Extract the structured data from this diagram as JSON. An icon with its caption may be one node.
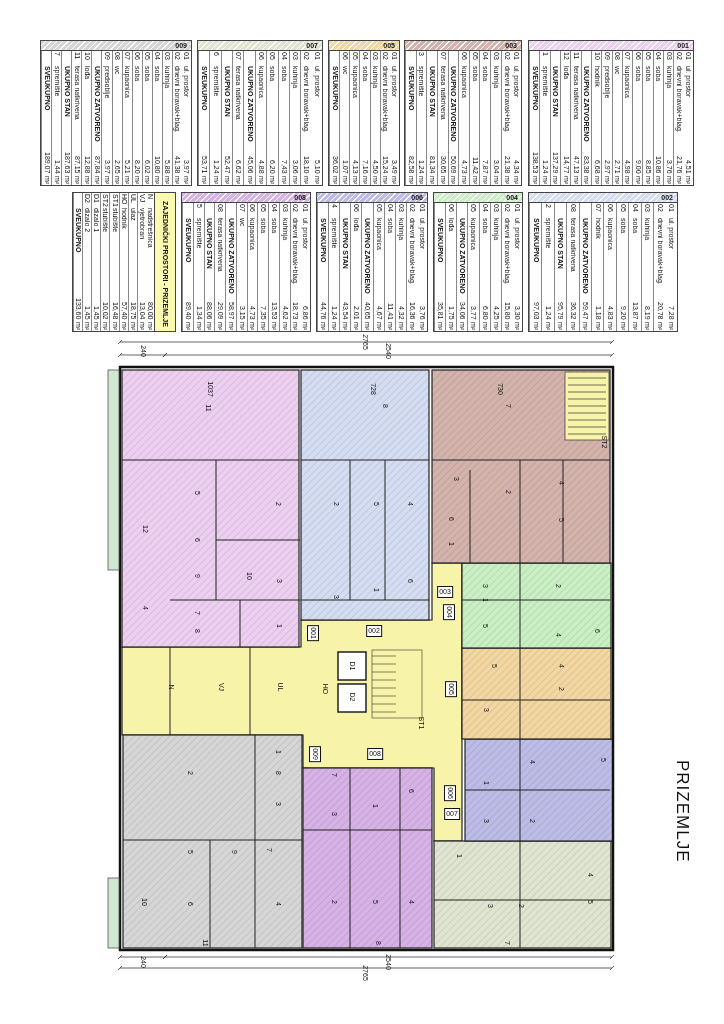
{
  "diagram": {
    "title": "PRIZEMLJE",
    "nodes": [
      {
        "text": [
          "001"
        ]
      },
      {
        "text": [
          "002"
        ]
      },
      {
        "text": [
          "003"
        ]
      },
      {
        "text": [
          "004"
        ]
      },
      {
        "text": [
          "005"
        ]
      },
      {
        "text": [
          "006"
        ]
      },
      {
        "text": [
          "007"
        ]
      },
      {
        "text": [
          "008"
        ]
      },
      {
        "text": [
          "009"
        ]
      }
    ],
    "labels": [
      "01",
      "ul. prostor",
      "3,97",
      "m²",
      "02",
      "dnevni boravak+blag.",
      "41,38",
      "m²",
      "03",
      "kuhinja",
      "5,88",
      "m²",
      "04",
      "soba",
      "10,80",
      "m²",
      "05",
      "soba",
      "6,02",
      "m²",
      "06",
      "soba",
      "8,20",
      "m²",
      "07",
      "kupaonica",
      "5,21",
      "m²",
      "08",
      "wc",
      "2,65",
      "m²",
      "09",
      "predsoblje",
      "3,97",
      "m²",
      "UKUPNO ZATVORENO",
      "87,84",
      "m²",
      "10",
      "lođa",
      "12,88",
      "m²",
      "11",
      "terasa natkrivena",
      "87,15",
      "m²",
      "UKUPNO STAN",
      "187,63",
      "m²",
      "7",
      "spremište",
      "1,44",
      "m²",
      "SVEUKUPNO",
      "189,07",
      "m²",
      "01",
      "ul. prostor",
      "5,10",
      "m²",
      "02",
      "dnevni boravak+blag.",
      "18,10",
      "m²",
      "03",
      "kuhinja",
      "3,06",
      "m²",
      "04",
      "soba",
      "7,43",
      "m²",
      "05",
      "soba",
      "6,20",
      "m²",
      "06",
      "kupaonica",
      "4,88",
      "m²",
      "UKUPNO ZATVORENO",
      "45,06",
      "m²",
      "07",
      "terasa natkrivena",
      "6,62",
      "m²",
      "UKUPNO STAN",
      "52,47",
      "m²",
      "6",
      "spremište",
      "1,24",
      "m²",
      "SVEUKUPNO",
      "53,71",
      "m²",
      "01",
      "ul. prostor",
      "3,49",
      "m²",
      "02",
      "dnevni boravak+blag.",
      "15,24",
      "m²",
      "03",
      "kuhinja",
      "4,50",
      "m²",
      "04",
      "soba",
      "7,16",
      "m²",
      "05",
      "kupaonica",
      "4,13",
      "m²",
      "06",
      "wc",
      "1,07",
      "m²",
      "SVEUKUPNO",
      "36,02",
      "m²",
      "01",
      "ul. prostor",
      "4,34",
      "m²",
      "02",
      "dnevni boravak+blag.",
      "21,38",
      "m²",
      "03",
      "kuhinja",
      "3,04",
      "m²",
      "04",
      "soba",
      "7,87",
      "m²",
      "05",
      "soba",
      "11,42",
      "m²",
      "06",
      "kupaonica",
      "4,73",
      "m²",
      "UKUPNO ZATVORENO",
      "50,69",
      "m²",
      "07",
      "terasa natkrivena",
      "30,65",
      "m²",
      "UKUPNO STAN",
      "81,34",
      "m²",
      "3",
      "spremište",
      "1,24",
      "m²",
      "SVEUKUPNO",
      "82,58",
      "m²",
      "01",
      "ul. prostor",
      "4,51",
      "m²",
      "02",
      "dnevni boravak+blag.",
      "21,76",
      "m²",
      "03",
      "kuhinja",
      "3,76",
      "m²",
      "04",
      "soba",
      "10,86",
      "m²",
      "05",
      "soba",
      "8,85",
      "m²",
      "06",
      "soba",
      "9,00",
      "m²",
      "07",
      "kupaonica",
      "4,98",
      "m²",
      "08",
      "wc",
      "2,71",
      "m²",
      "09",
      "predsoblje",
      "2,97",
      "m²",
      "10",
      "hodnik",
      "6,68",
      "m²",
      "UKUPNO ZATVORENO",
      "83,38",
      "m²",
      "11",
      "terasa natkrivena",
      "47,13",
      "m²",
      "12",
      "lođa",
      "14,77",
      "m²",
      "UKUPNO STAN",
      "137,29",
      "m²",
      "1",
      "spremište",
      "1,24",
      "m²",
      "SVEUKUPNO",
      "138,53",
      "m²",
      "ZAJEDNIČKI PROSTORI - PRIZEMLJE",
      "N",
      "nadstrešnica",
      "80,00",
      "m²",
      "VJ",
      "vjetrobran",
      "13,04",
      "m²",
      "UL",
      "ulaz",
      "18,75",
      "m²",
      "HO",
      "hodnik",
      "57,40",
      "m²",
      "ST1",
      "stubište",
      "16,48",
      "m²",
      "ST2",
      "stubište",
      "10,02",
      "m²",
      "D1",
      "dizalo 1",
      "1,45",
      "m²",
      "D2",
      "dizalo 2",
      "1,45",
      "m²",
      "SVEUKUPNO",
      "133,60",
      "m²",
      "01",
      "ul. prostor",
      "6,86",
      "m²",
      "02",
      "dnevni boravak+blag.",
      "18,73",
      "m²",
      "03",
      "kuhinja",
      "4,62",
      "m²",
      "04",
      "soba",
      "13,53",
      "m²",
      "05",
      "soba",
      "7,35",
      "m²",
      "06",
      "kupaonica",
      "4,73",
      "m²",
      "07",
      "wc",
      "3,15",
      "m²",
      "UKUPNO ZATVORENO",
      "58,97",
      "m²",
      "08",
      "terasa natkrivena",
      "29,09",
      "m²",
      "UKUPNO STAN",
      "88,06",
      "m²",
      "5",
      "spremište",
      "1,34",
      "m²",
      "SVEUKUPNO",
      "89,40",
      "m²",
      "01",
      "ul. prostor",
      "3,76",
      "m²",
      "02",
      "dnevni boravak+blag.",
      "16,36",
      "m²",
      "03",
      "kuhinja",
      "4,32",
      "m²",
      "04",
      "soba",
      "11,41",
      "m²",
      "05",
      "kupaonica",
      "4,67",
      "m²",
      "UKUPNO ZATVORENO",
      "40,65",
      "m²",
      "06",
      "lođa",
      "2,01",
      "m²",
      "UKUPNO STAN",
      "43,54",
      "m²",
      "4",
      "spremište",
      "1,24",
      "m²",
      "SVEUKUPNO",
      "44,76",
      "m²",
      "01",
      "ul. prostor",
      "3,30",
      "m²",
      "02",
      "dnevni boravak+blag.",
      "15,80",
      "m²",
      "03",
      "kuhinja",
      "4,25",
      "m²",
      "04",
      "soba",
      "6,80",
      "m²",
      "05",
      "kupaonica",
      "3,77",
      "m²",
      "UKUPNO ZATVORENO",
      "34,06",
      "m²",
      "06",
      "lođa",
      "1,75",
      "m²",
      "SVEUKUPNO",
      "35,81",
      "m²",
      "01",
      "ul. prostor",
      "7,28",
      "m²",
      "02",
      "dnevni boravak+blag.",
      "20,78",
      "m²",
      "03",
      "kuhinja",
      "8,19",
      "m²",
      "04",
      "soba",
      "13,87",
      "m²",
      "05",
      "soba",
      "9,20",
      "m²",
      "06",
      "kupaonica",
      "4,83",
      "m²",
      "07",
      "hodnik",
      "1,18",
      "m²",
      "UKUPNO ZATVORENO",
      "59,47",
      "m²",
      "08",
      "terasa natkrivena",
      "36,32",
      "m²",
      "UKUPNO STAN",
      "95,79",
      "m²",
      "2",
      "spremište",
      "1,24",
      "m²",
      "SVEUKUPNO",
      "97,03",
      "m²",
      "2765",
      "240",
      "2540",
      "1037",
      "728",
      "730",
      "11",
      "8",
      "7",
      "ST2",
      "3",
      "4",
      "5",
      "2",
      "2",
      "5",
      "4",
      "2",
      "6",
      "5",
      "12",
      "6",
      "1",
      "9",
      "10",
      "3",
      "6",
      "3",
      "2",
      "1",
      "3",
      "1",
      "4",
      "7",
      "1",
      "5",
      "8",
      "6",
      "4",
      "D1",
      "5",
      "4",
      "N",
      "VJ",
      "UL",
      "HO",
      "2",
      "D2",
      "3",
      "ST1",
      "1",
      "5",
      "4",
      "2",
      "8",
      "7",
      "6",
      "1",
      "1",
      "3",
      "3",
      "3",
      "2",
      "5",
      "9",
      "7",
      "1",
      "4",
      "6",
      "4",
      "10",
      "2",
      "5",
      "4",
      "3",
      "2",
      "5",
      "11",
      "8",
      "7",
      "240",
      "2540",
      "2765"
    ],
    "legend": [
      {
        "text": "009",
        "color": "#d6d6d6"
      },
      {
        "text": "007",
        "color": "#dfe5d0"
      },
      {
        "text": "005",
        "color": "#f3d7a2"
      },
      {
        "text": "003",
        "color": "#d3b3ab"
      },
      {
        "text": "001",
        "color": "#edcff1"
      },
      {
        "text": "008",
        "color": "#d6b2e6"
      },
      {
        "text": "006",
        "color": "#bcbce6"
      },
      {
        "text": "004",
        "color": "#caefc4"
      },
      {
        "text": "002",
        "color": "#d4ddf1"
      }
    ]
  }
}
